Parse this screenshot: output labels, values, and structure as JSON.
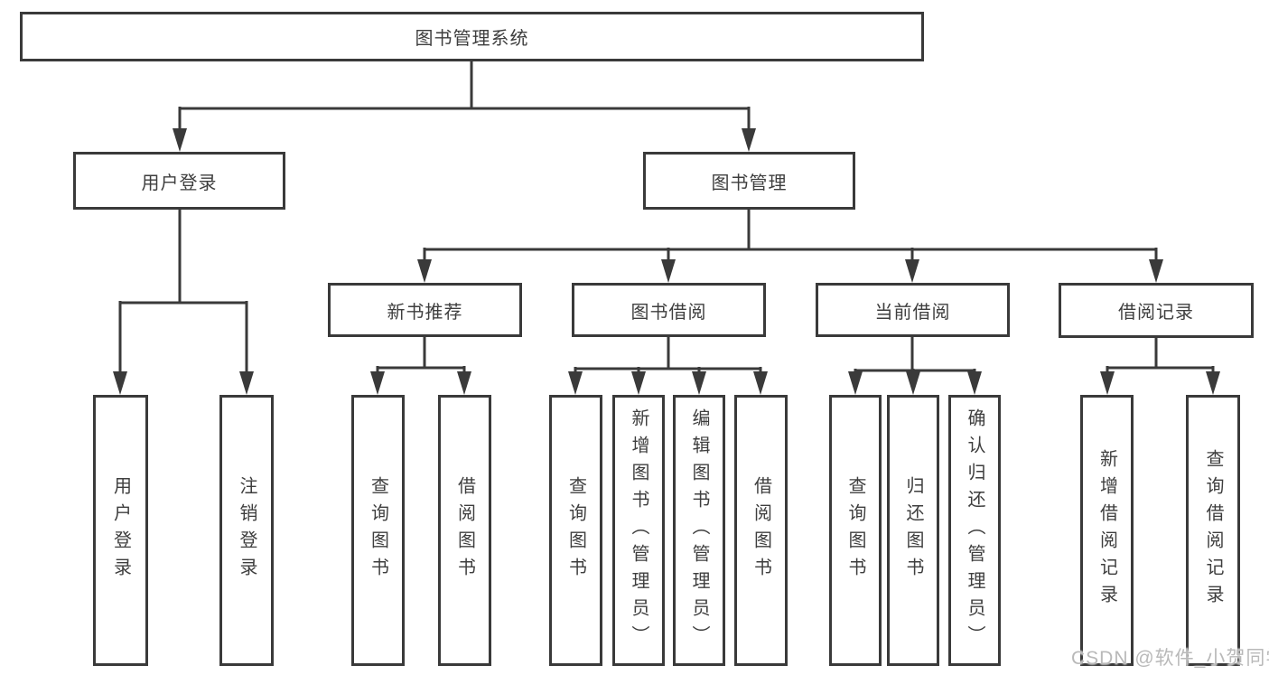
{
  "diagram_title": "图书管理系统",
  "nodes": {
    "root": "图书管理系统",
    "user_login": "用户登录",
    "book_management": "图书管理",
    "new_book_recommend": "新书推荐",
    "book_borrowing": "图书借阅",
    "current_borrowing": "当前借阅",
    "borrowing_records": "借阅记录",
    "login_user_login": "用户登录",
    "login_logout": "注销登录",
    "nbr_query_books": "查询图书",
    "nbr_borrow_books": "借阅图书",
    "bb_query_books": "查询图书",
    "bb_add_books_admin": "新增图书（管理员）",
    "bb_edit_books_admin": "编辑图书（管理员）",
    "bb_borrow_books": "借阅图书",
    "cb_query_books": "查询图书",
    "cb_return_books": "归还图书",
    "cb_confirm_return_admin": "确认归还（管理员）",
    "br_add_record": "新增借阅记录",
    "br_query_record": "查询借阅记录"
  },
  "structure": {
    "图书管理系统": {
      "用户登录": [
        "用户登录",
        "注销登录"
      ],
      "图书管理": {
        "新书推荐": [
          "查询图书",
          "借阅图书"
        ],
        "图书借阅": [
          "查询图书",
          "新增图书（管理员）",
          "编辑图书（管理员）",
          "借阅图书"
        ],
        "当前借阅": [
          "查询图书",
          "归还图书",
          "确认归还（管理员）"
        ],
        "借阅记录": [
          "新增借阅记录",
          "查询借阅记录"
        ]
      }
    }
  },
  "watermark": {
    "text": "CSDN @软件_小贺同学",
    "color": "#b9b9b9"
  },
  "colors": {
    "line": "#3a3a3a",
    "box_border": "#3a3a3a",
    "text": "#3e3e3e",
    "background": "#ffffff"
  }
}
